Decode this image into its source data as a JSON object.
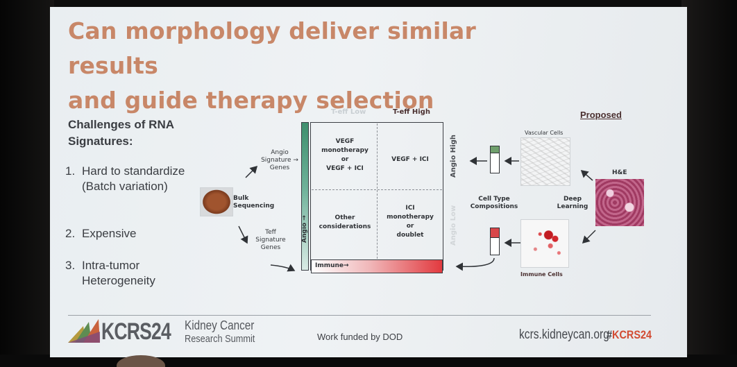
{
  "slide": {
    "title_line1": "Can morphology deliver similar results",
    "title_line2": "and guide therapy selection"
  },
  "challenges": {
    "heading_line1": "Challenges of RNA",
    "heading_line2": "Signatures:",
    "items": [
      {
        "num": "1.",
        "text": "Hard to standardize (Batch variation)"
      },
      {
        "num": "2.",
        "text": "Expensive"
      },
      {
        "num": "3.",
        "text": "Intra-tumor Heterogeneity"
      }
    ]
  },
  "diagram": {
    "teff_low": "T-eff Low",
    "teff_high": "T-eff High",
    "angio_high": "Angio High",
    "angio_low": "Angio Low",
    "angio_axis": "Angio →",
    "immune_axis": "Immune→",
    "angio_signature_1": "Angio",
    "angio_signature_2": "Signature →",
    "angio_signature_3": "Genes",
    "teff_signature_1": "Teff",
    "teff_signature_2": "Signature",
    "teff_signature_3": "Genes",
    "bulk_1": "Bulk",
    "bulk_2": "Sequencing",
    "q_top_left": [
      "VEGF",
      "monotherapy",
      "or",
      "VEGF + ICI"
    ],
    "q_top_right": [
      "VEGF + ICI"
    ],
    "q_bottom_left": [
      "Other",
      "considerations"
    ],
    "q_bottom_right": [
      "ICI",
      "monotherapy",
      "or",
      "doublet"
    ],
    "cell_type_1": "Cell Type",
    "cell_type_2": "Compositions",
    "deep_1": "Deep",
    "deep_2": "Learning",
    "vascular_cells": "Vascular Cells",
    "immune_cells": "Immune Cells",
    "he": "H&E",
    "proposed": "Proposed",
    "colors": {
      "angio": "#3f8f6e",
      "immune": "#e23a3f"
    }
  },
  "footer": {
    "kcrs": "KCRS24",
    "summit_line1": "Kidney Cancer",
    "summit_line2": "Research Summit",
    "funded": "Work funded by DOD",
    "site": "kcrs.kidneycan.org",
    "hashtag_prefix": "#",
    "hashtag_kc": "KCRS24"
  }
}
